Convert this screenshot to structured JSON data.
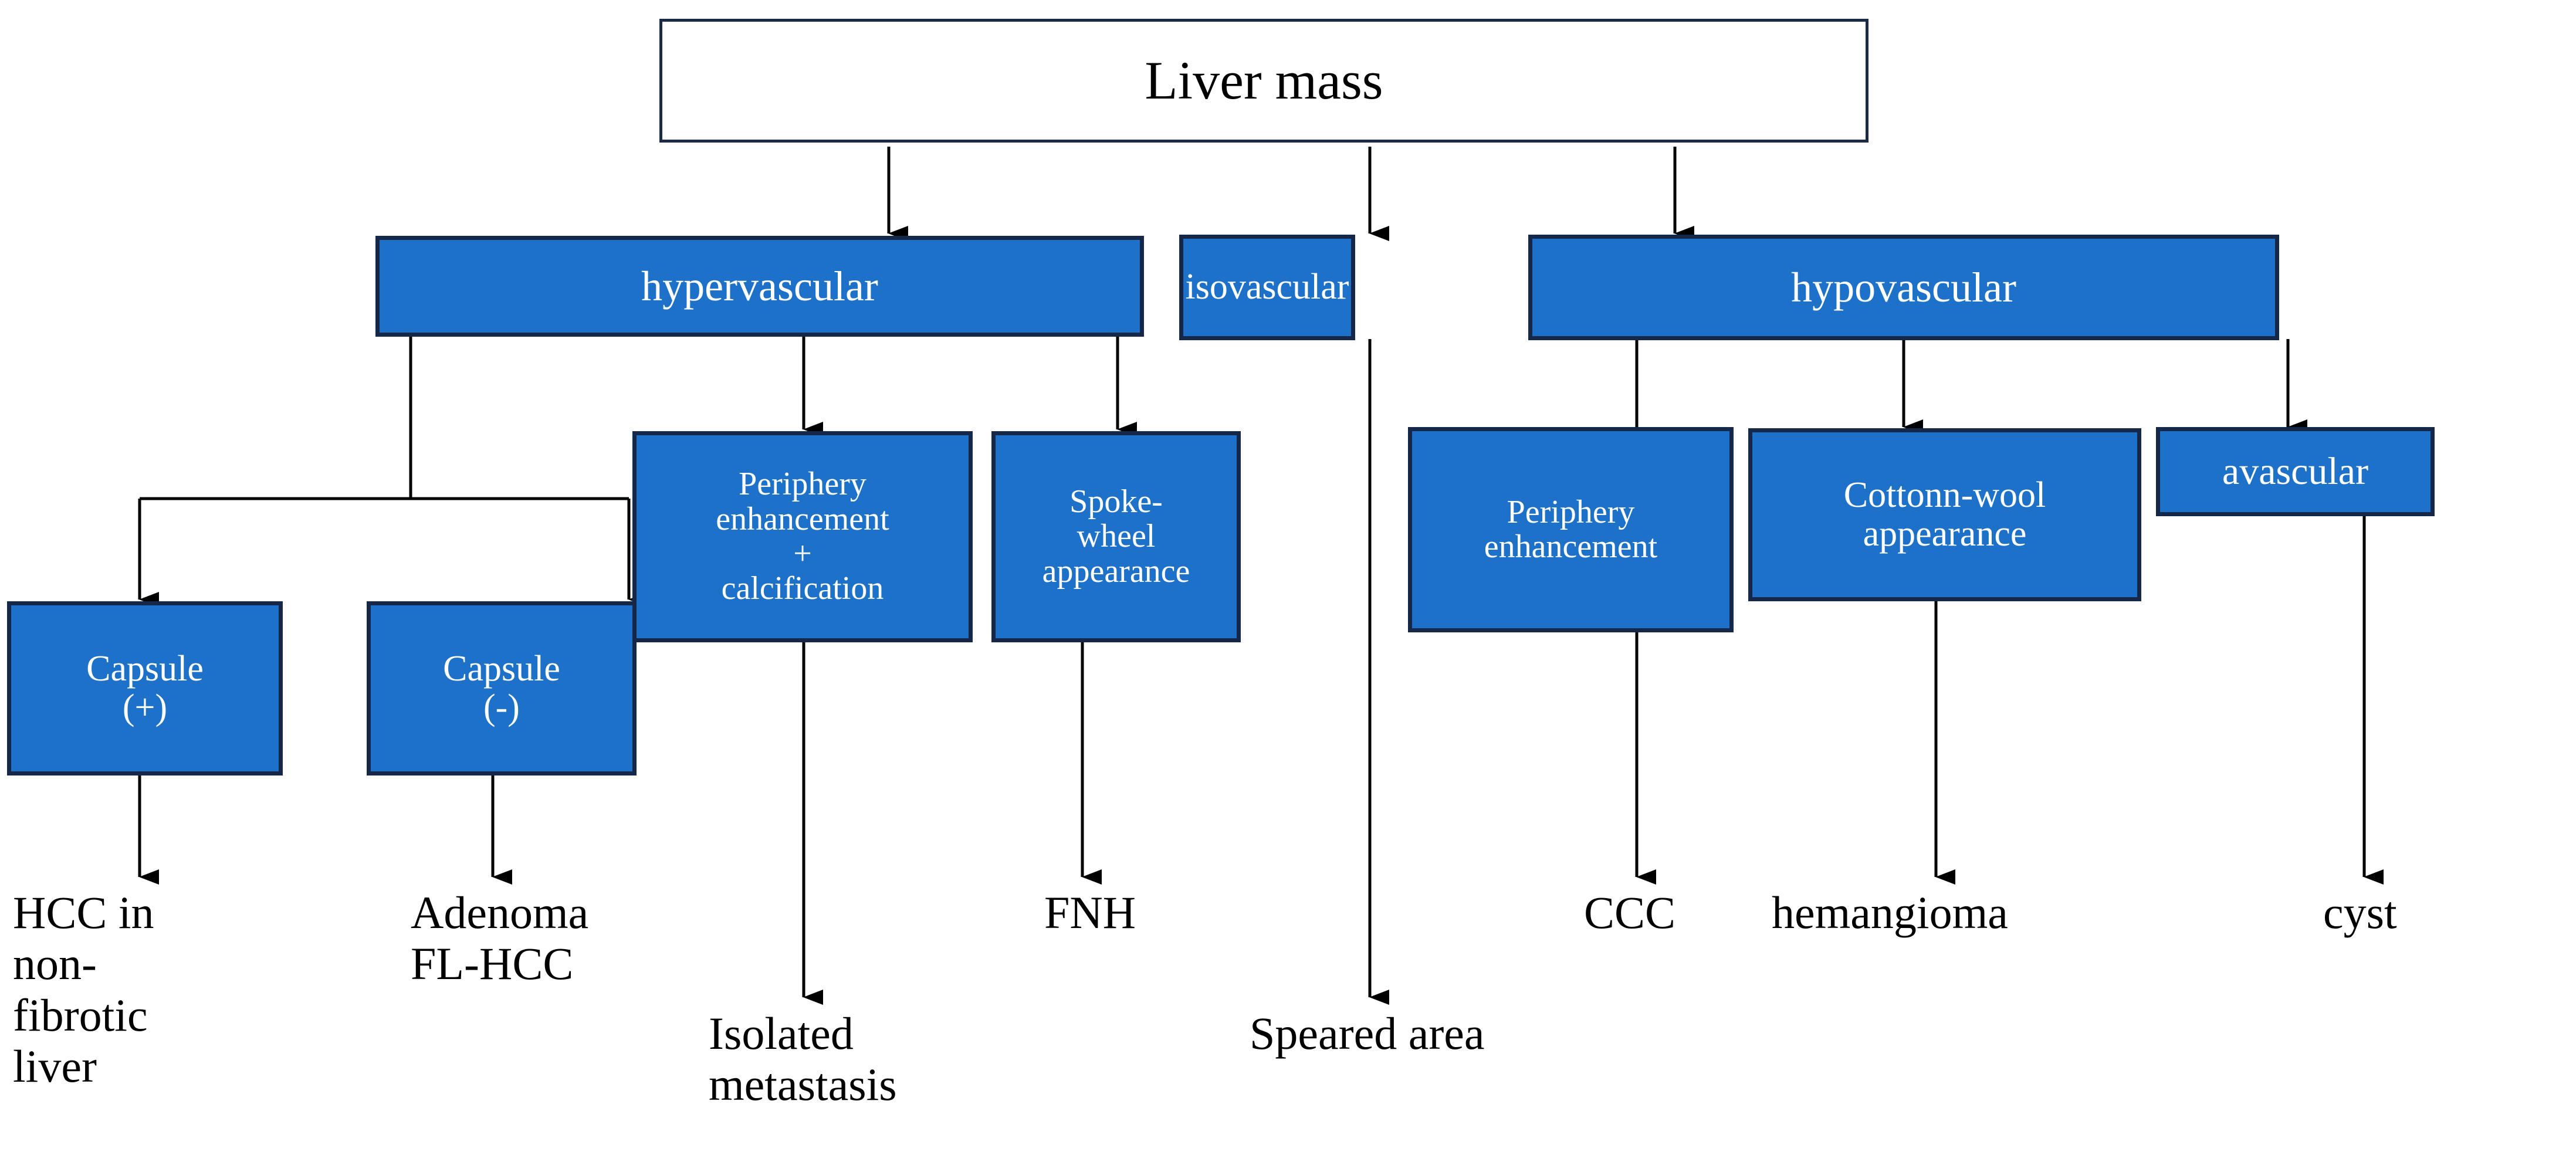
{
  "diagram": {
    "title": "Liver mass diagnostic flowchart",
    "colors": {
      "box_fill": "#1d71c8",
      "box_border": "#16284a",
      "root_border": "#1b2a45",
      "root_fill": "#ffffff",
      "text_on_blue": "#ffffff",
      "text_plain": "#000000",
      "edge": "#000000",
      "background": "#ffffff"
    },
    "nodes": {
      "root": {
        "label": "Liver mass"
      },
      "level1": [
        {
          "id": "hypervascular",
          "label": "hypervascular"
        },
        {
          "id": "isovascular",
          "label": "isovascular"
        },
        {
          "id": "hypovascular",
          "label": "hypovascular"
        }
      ],
      "level2": [
        {
          "id": "capsule-pos",
          "label": "Capsule\n(+)"
        },
        {
          "id": "capsule-neg",
          "label": "Capsule\n(-)"
        },
        {
          "id": "periphery-calcification",
          "label": "Periphery\nenhancement\n+\ncalcification"
        },
        {
          "id": "spoke-wheel",
          "label": "Spoke-\nwheel\nappearance"
        },
        {
          "id": "periphery-enhancement",
          "label": "Periphery\nenhancement"
        },
        {
          "id": "cottonn-wool",
          "label": "Cottonn-wool\nappearance"
        },
        {
          "id": "avascular",
          "label": "avascular"
        }
      ],
      "leaves": [
        {
          "id": "hcc-nonfibrotic",
          "label": "HCC in\nnon-\nfibrotic\nliver"
        },
        {
          "id": "adenoma-flhcc",
          "label": "Adenoma\nFL-HCC"
        },
        {
          "id": "isolated-metastasis",
          "label": "Isolated\nmetastasis"
        },
        {
          "id": "fnh",
          "label": "FNH"
        },
        {
          "id": "speared-area",
          "label": "Speared area"
        },
        {
          "id": "ccc",
          "label": "CCC"
        },
        {
          "id": "hemangioma",
          "label": "hemangioma"
        },
        {
          "id": "cyst",
          "label": "cyst"
        }
      ]
    },
    "edges": [
      {
        "from": "root",
        "to": "hypervascular"
      },
      {
        "from": "root",
        "to": "isovascular"
      },
      {
        "from": "root",
        "to": "hypovascular"
      },
      {
        "from": "hypervascular",
        "to": "capsule-pos"
      },
      {
        "from": "hypervascular",
        "to": "capsule-neg"
      },
      {
        "from": "hypervascular",
        "to": "periphery-calcification"
      },
      {
        "from": "hypervascular",
        "to": "spoke-wheel"
      },
      {
        "from": "isovascular",
        "to": "speared-area"
      },
      {
        "from": "hypovascular",
        "to": "periphery-enhancement"
      },
      {
        "from": "hypovascular",
        "to": "cottonn-wool"
      },
      {
        "from": "hypovascular",
        "to": "avascular"
      },
      {
        "from": "capsule-pos",
        "to": "hcc-nonfibrotic"
      },
      {
        "from": "capsule-neg",
        "to": "adenoma-flhcc"
      },
      {
        "from": "periphery-calcification",
        "to": "isolated-metastasis"
      },
      {
        "from": "spoke-wheel",
        "to": "fnh"
      },
      {
        "from": "periphery-enhancement",
        "to": "ccc"
      },
      {
        "from": "cottonn-wool",
        "to": "hemangioma"
      },
      {
        "from": "avascular",
        "to": "cyst"
      }
    ]
  }
}
